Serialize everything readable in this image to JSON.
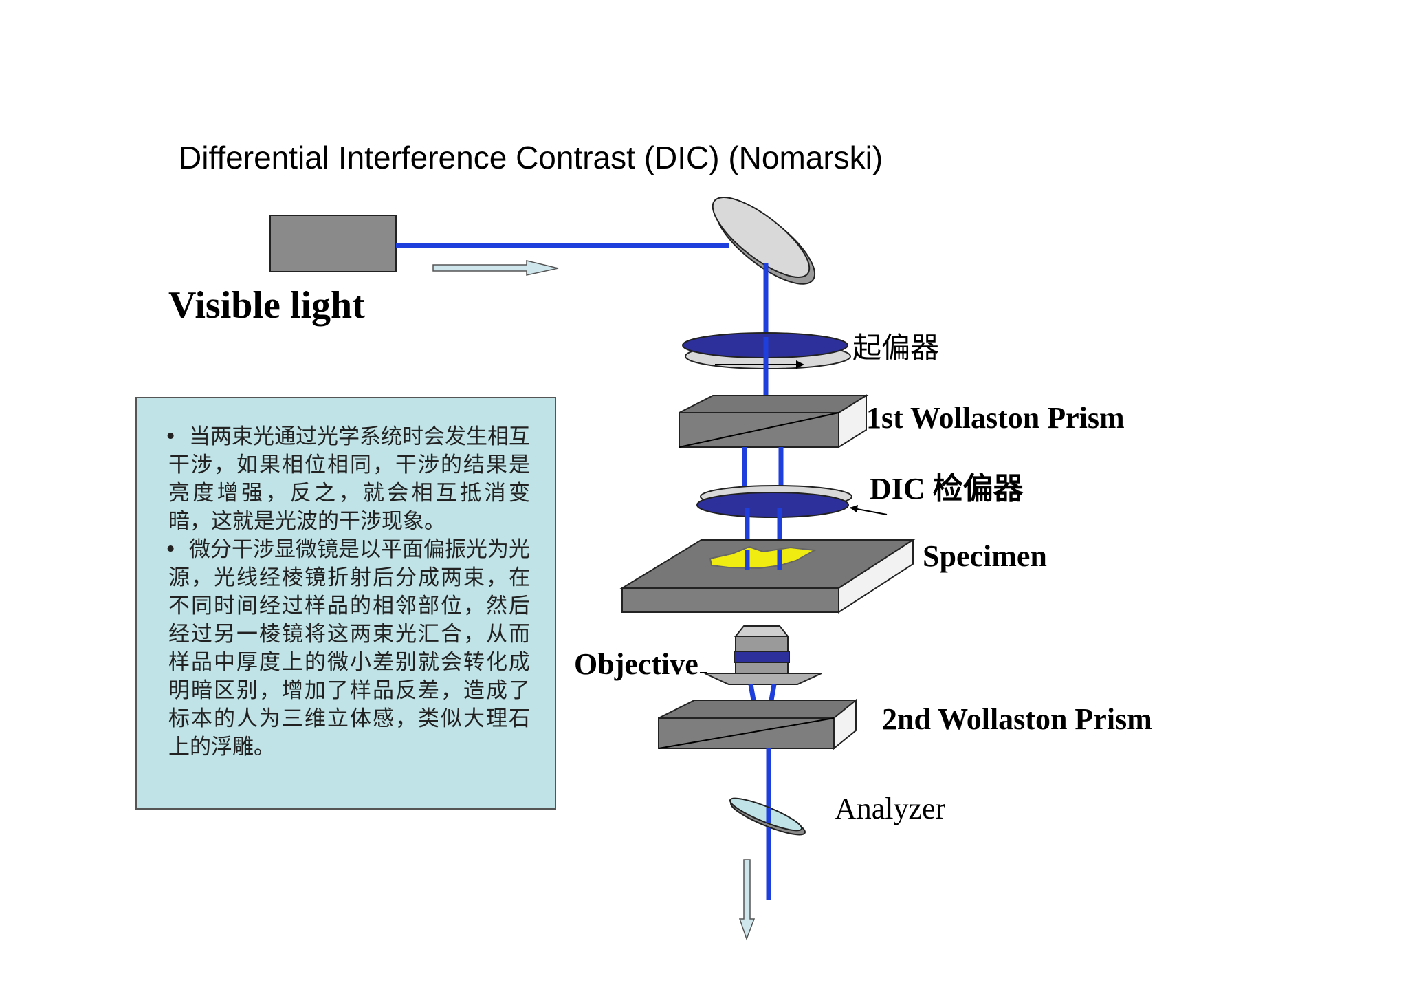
{
  "title": "Differential Interference Contrast (DIC) (Nomarski)",
  "light_source_label": "Visible light",
  "labels": {
    "polarizer": "起偏器",
    "first_prism": "1st Wollaston Prism",
    "dic_analyzer_cn": "DIC 检偏器",
    "specimen": "Specimen",
    "objective": "Objective",
    "second_prism": "2nd Wollaston Prism",
    "analyzer": "Analyzer"
  },
  "text_box": {
    "bullet": "•",
    "paragraphs": [
      "当两束光通过光学系统时会发生相互干涉，如果相位相同，干涉的结果是亮度增强，反之，就会相互抵消变暗，这就是光波的干涉现象。",
      "微分干涉显微镜是以平面偏振光为光源，光线经棱镜折射后分成两束，在不同时间经过样品的相邻部位，然后经过另一棱镜将这两束光汇合，从而样品中厚度上的微小差别就会转化成明暗区别，增加了样品反差，造成了标本的人为三维立体感，类似大理石上的浮雕。"
    ]
  },
  "colors": {
    "beam": "#1f3fdc",
    "polarizer_fill": "#2d2f9a",
    "text_box_bg": "#bfe3e6",
    "specimen": "#f0ec12",
    "arrow_fill": "#cfe6ec"
  },
  "icons": {
    "light_source": "light-source-box",
    "mirror": "mirror-disk",
    "direction_arrow": "arrow-right",
    "output_arrow": "arrow-down"
  }
}
